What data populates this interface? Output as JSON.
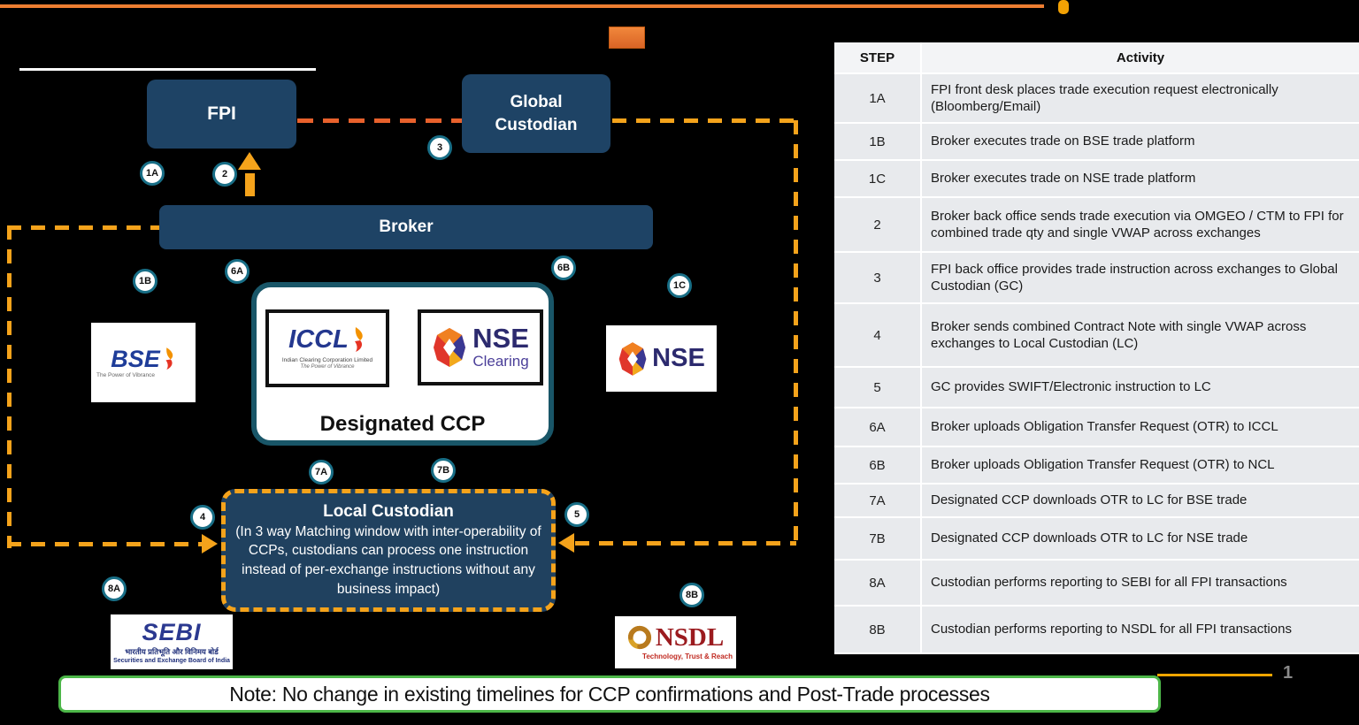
{
  "colors": {
    "background": "#000000",
    "navy_node": "#1E4365",
    "accent_orange": "#ED7D31",
    "gold_dash": "#F5A31B",
    "red_dash": "#E8612C",
    "green_note_border": "#4CB648",
    "teal_circle_border": "#186E86",
    "table_row_gray": "#E8EAED"
  },
  "diagram": {
    "nodes": {
      "fpi": "FPI",
      "global_custodian": "Global Custodian",
      "broker": "Broker",
      "designated_ccp": "Designated CCP",
      "local_custodian_title": "Local Custodian",
      "local_custodian_body": "(In 3 way Matching window with inter-operability of CCPs, custodians can process one instruction instead of per-exchange instructions without any business impact)"
    },
    "badges": {
      "b1A": "1A",
      "b2": "2",
      "b3": "3",
      "b1B": "1B",
      "b6A": "6A",
      "b6B": "6B",
      "b1C": "1C",
      "b7A": "7A",
      "b7B": "7B",
      "b4": "4",
      "b5": "5",
      "b8A": "8A",
      "b8B": "8B"
    },
    "logos": {
      "bse": {
        "name": "BSE",
        "tagline": "The Power of Vibrance"
      },
      "iccl": {
        "name": "ICCL",
        "line1": "Indian Clearing Corporation Limited",
        "line2": "The Power of Vibrance"
      },
      "nse_clearing": {
        "name": "NSE",
        "sub": "Clearing"
      },
      "nse": {
        "name": "NSE"
      },
      "sebi": {
        "name": "SEBI",
        "hindi": "भारतीय प्रतिभूति और विनिमय बोर्ड",
        "english": "Securities and Exchange Board of India"
      },
      "nsdl": {
        "name": "NSDL",
        "tagline": "Technology, Trust & Reach"
      }
    }
  },
  "table": {
    "headers": [
      "STEP",
      "Activity"
    ],
    "rows": [
      {
        "step": "1A",
        "activity": "FPI front desk places trade execution request electronically (Bloomberg/Email)"
      },
      {
        "step": "1B",
        "activity": "Broker executes trade on BSE trade platform"
      },
      {
        "step": "1C",
        "activity": "Broker executes trade on NSE trade platform"
      },
      {
        "step": "2",
        "activity": "Broker back office sends trade execution via OMGEO / CTM to FPI for combined trade qty and single VWAP across exchanges"
      },
      {
        "step": "3",
        "activity": "FPI back office provides trade instruction across exchanges to Global Custodian (GC)"
      },
      {
        "step": "4",
        "activity": "Broker sends combined Contract Note with single VWAP across exchanges to Local Custodian (LC)"
      },
      {
        "step": "5",
        "activity": "GC provides SWIFT/Electronic instruction to LC"
      },
      {
        "step": "6A",
        "activity": "Broker uploads Obligation Transfer Request (OTR) to ICCL"
      },
      {
        "step": "6B",
        "activity": "Broker uploads Obligation Transfer Request (OTR) to NCL"
      },
      {
        "step": "7A",
        "activity": "Designated CCP downloads OTR to LC for BSE trade"
      },
      {
        "step": "7B",
        "activity": "Designated CCP downloads OTR to LC for NSE trade"
      },
      {
        "step": "8A",
        "activity": "Custodian performs reporting to SEBI for all FPI transactions"
      },
      {
        "step": "8B",
        "activity": "Custodian performs reporting to NSDL for all FPI transactions"
      }
    ]
  },
  "note": "Note: No change in existing timelines for CCP confirmations and Post-Trade processes",
  "page_number": "1"
}
